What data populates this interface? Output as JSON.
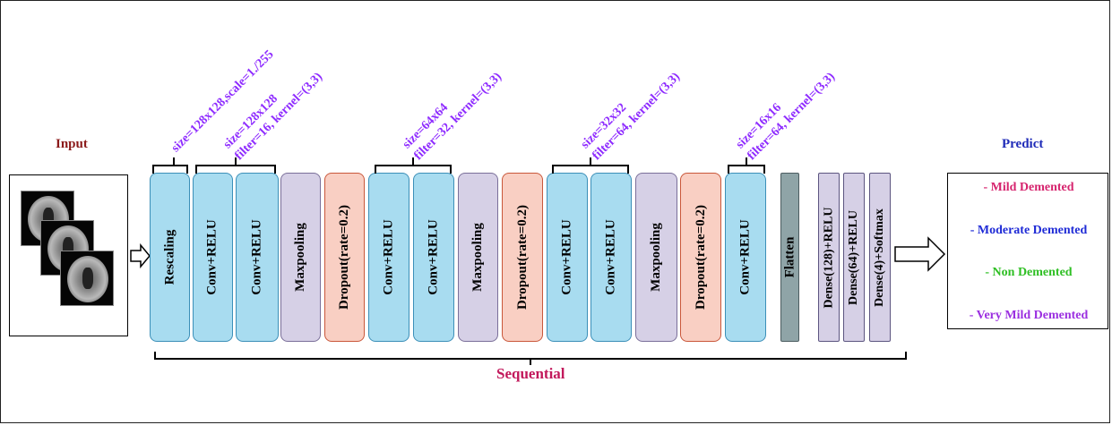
{
  "titles": {
    "input": "Input",
    "predict": "Predict",
    "sequential": "Sequential"
  },
  "layers": [
    {
      "label": "Rescaling"
    },
    {
      "label": "Conv+RELU"
    },
    {
      "label": "Conv+RELU"
    },
    {
      "label": "Maxpooling"
    },
    {
      "label": "Dropout(rate=0.2)"
    },
    {
      "label": "Conv+RELU"
    },
    {
      "label": "Conv+RELU"
    },
    {
      "label": "Maxpooling"
    },
    {
      "label": "Dropout(rate=0.2)"
    },
    {
      "label": "Conv+RELU"
    },
    {
      "label": "Conv+RELU"
    },
    {
      "label": "Maxpooling"
    },
    {
      "label": "Dropout(rate=0.2)"
    },
    {
      "label": "Conv+RELU"
    },
    {
      "label": "Flatten"
    },
    {
      "label": "Dense(128)+RELU"
    },
    {
      "label": "Dense(64)+RELU"
    },
    {
      "label": "Dense(4)+Softmax"
    }
  ],
  "annotations": {
    "a1": "size=128x128,scale=1./255",
    "a2_line1": "size=128x128",
    "a2_line2": "filter=16, kernel=(3,3)",
    "a3_line1": "size=64x64",
    "a3_line2": "filter=32, kernel=(3,3)",
    "a4_line1": "size=32x32",
    "a4_line2": "filter=64, kernel=(3,3)",
    "a5_line1": "size=16x16",
    "a5_line2": "filter=64, kernel=(3,3)"
  },
  "outputs": [
    {
      "label": "- Mild Demented",
      "color": "#d6246e"
    },
    {
      "label": "- Moderate Demented",
      "color": "#1f2bd6"
    },
    {
      "label": "- Non Demented",
      "color": "#2fbf24"
    },
    {
      "label": "- Very Mild Demented",
      "color": "#9b2fe0"
    }
  ],
  "colors": {
    "title_input": "#8b1a1a",
    "title_predict": "#1f2bb8",
    "title_sequential": "#c2185b",
    "annotation": "#8e2bff"
  }
}
